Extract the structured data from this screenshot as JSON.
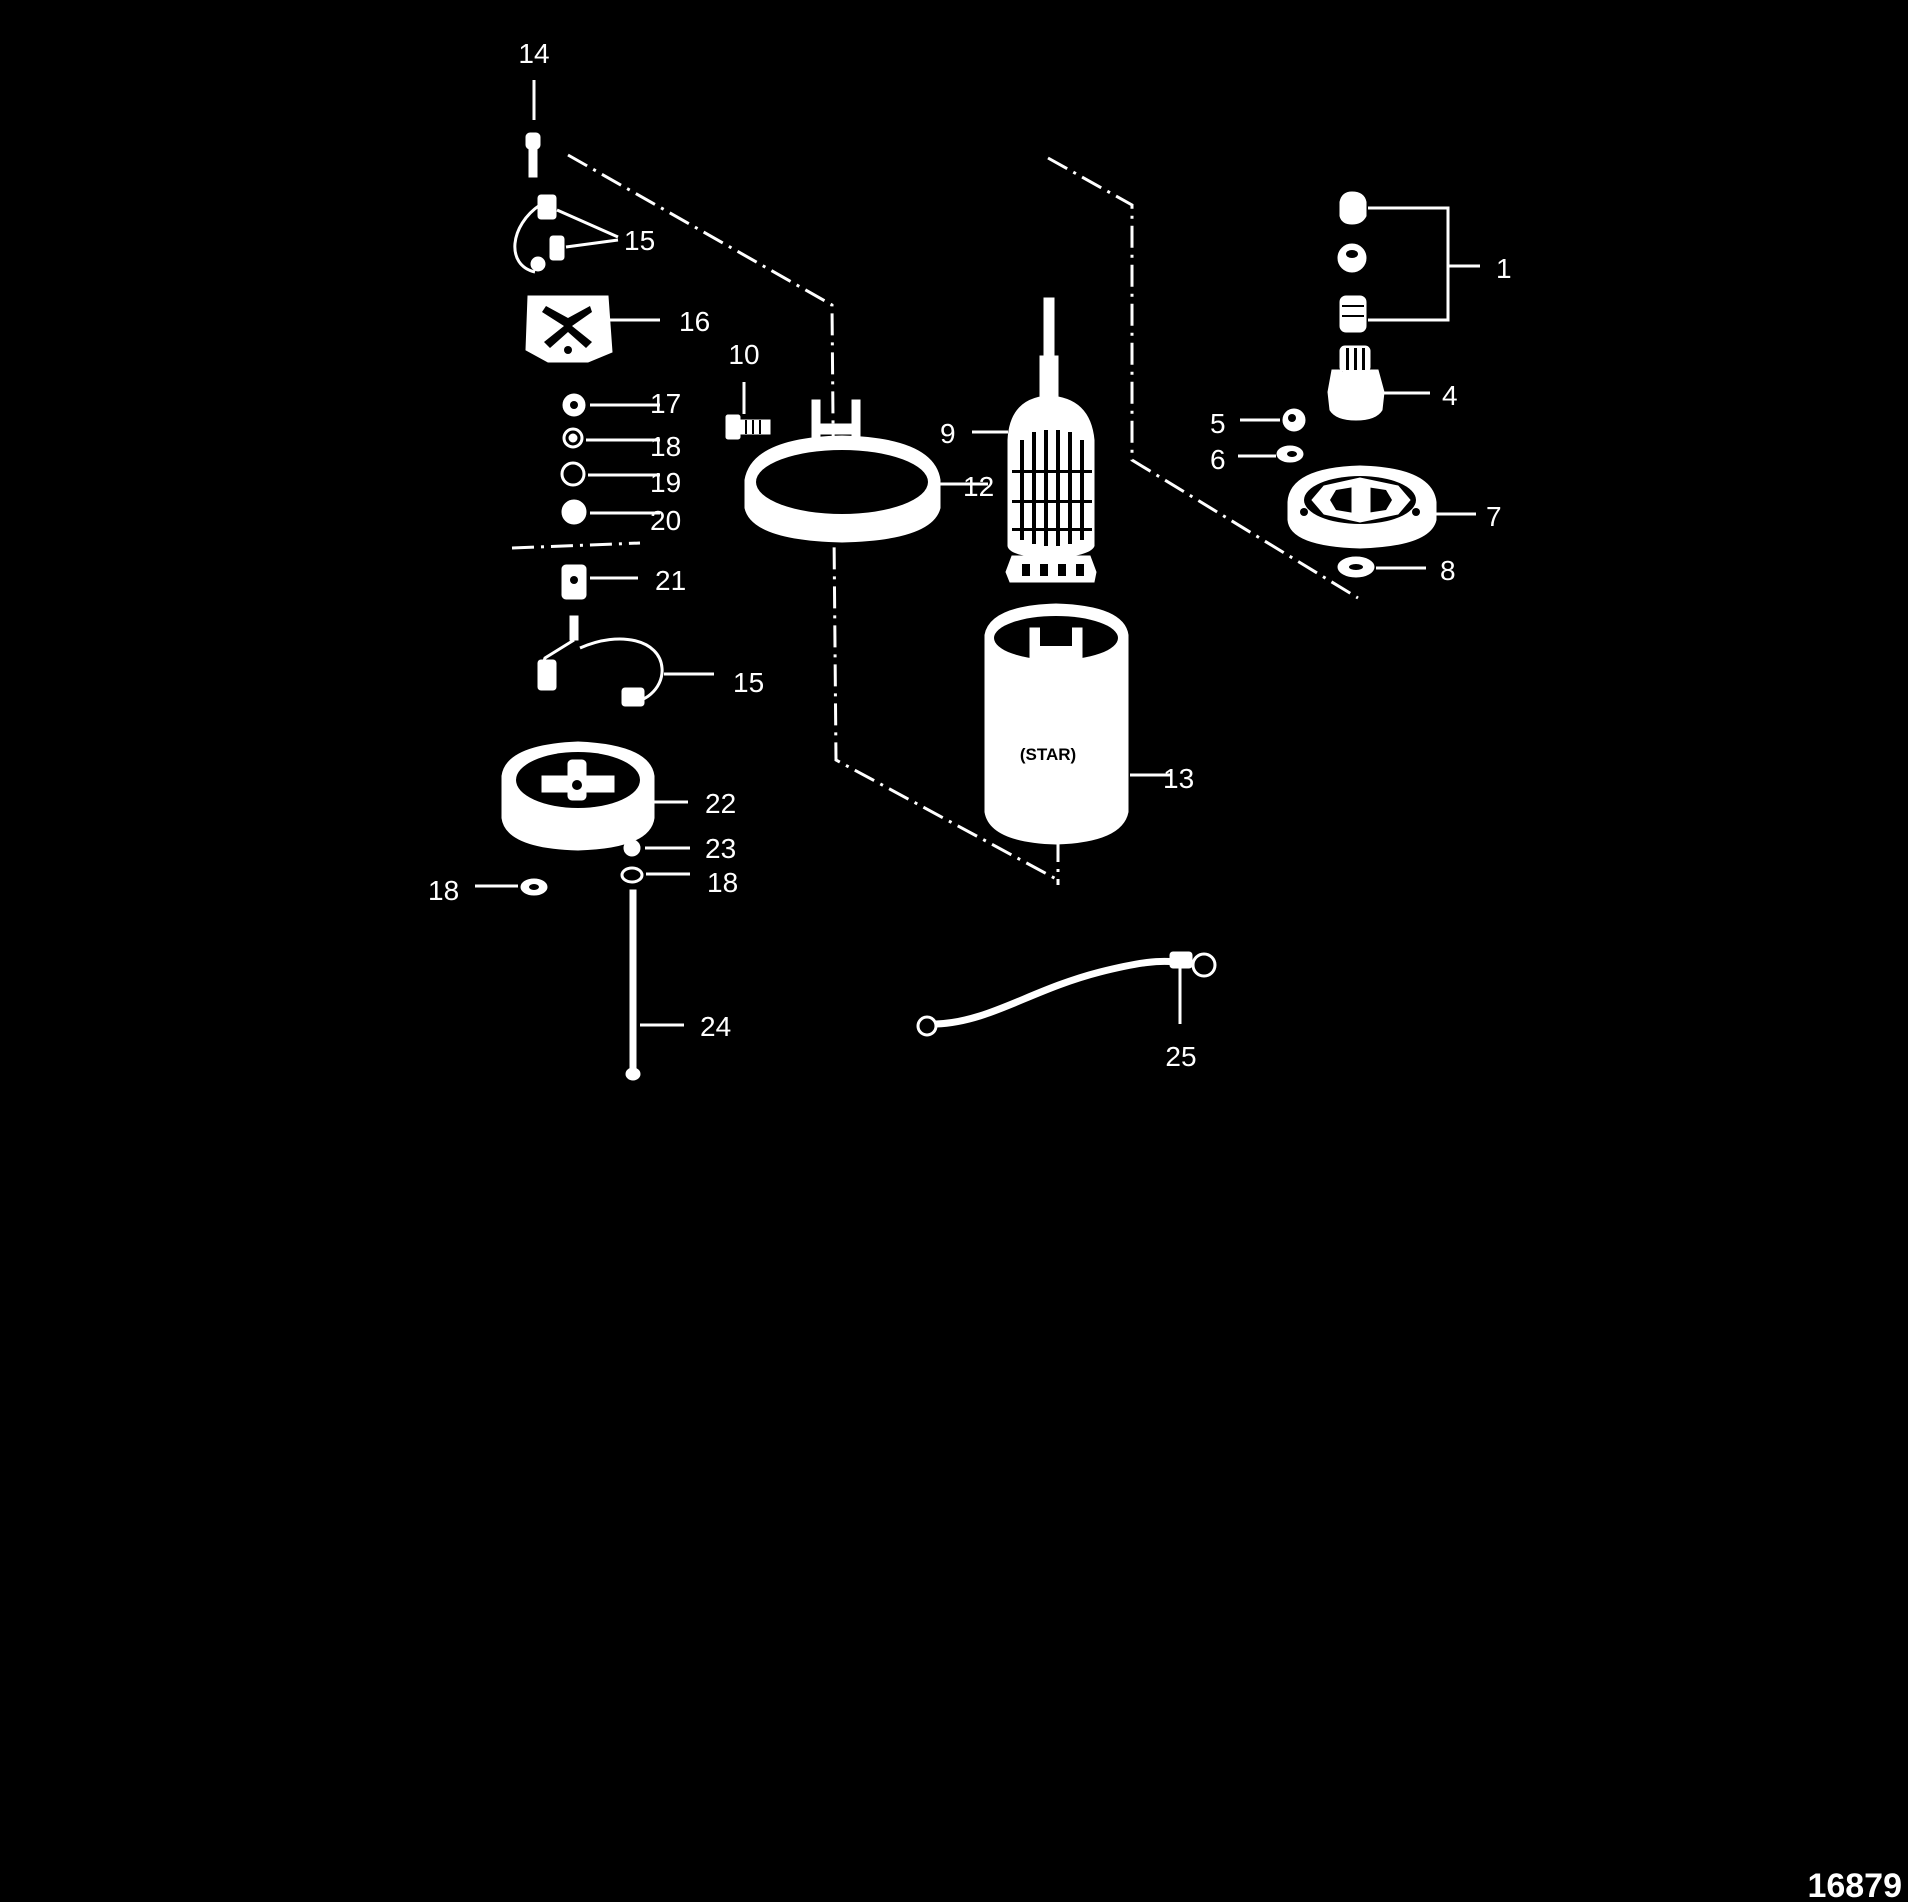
{
  "diagram": {
    "figure_number": "16879",
    "housing_label": "(STAR)",
    "callouts": [
      "14",
      "15",
      "16",
      "17",
      "18",
      "19",
      "20",
      "21",
      "15",
      "22",
      "23",
      "18",
      "18",
      "24",
      "10",
      "12",
      "9",
      "13",
      "25",
      "1",
      "4",
      "5",
      "6",
      "7",
      "8"
    ],
    "colors": {
      "background": "#000000",
      "linework": "#ffffff"
    }
  }
}
